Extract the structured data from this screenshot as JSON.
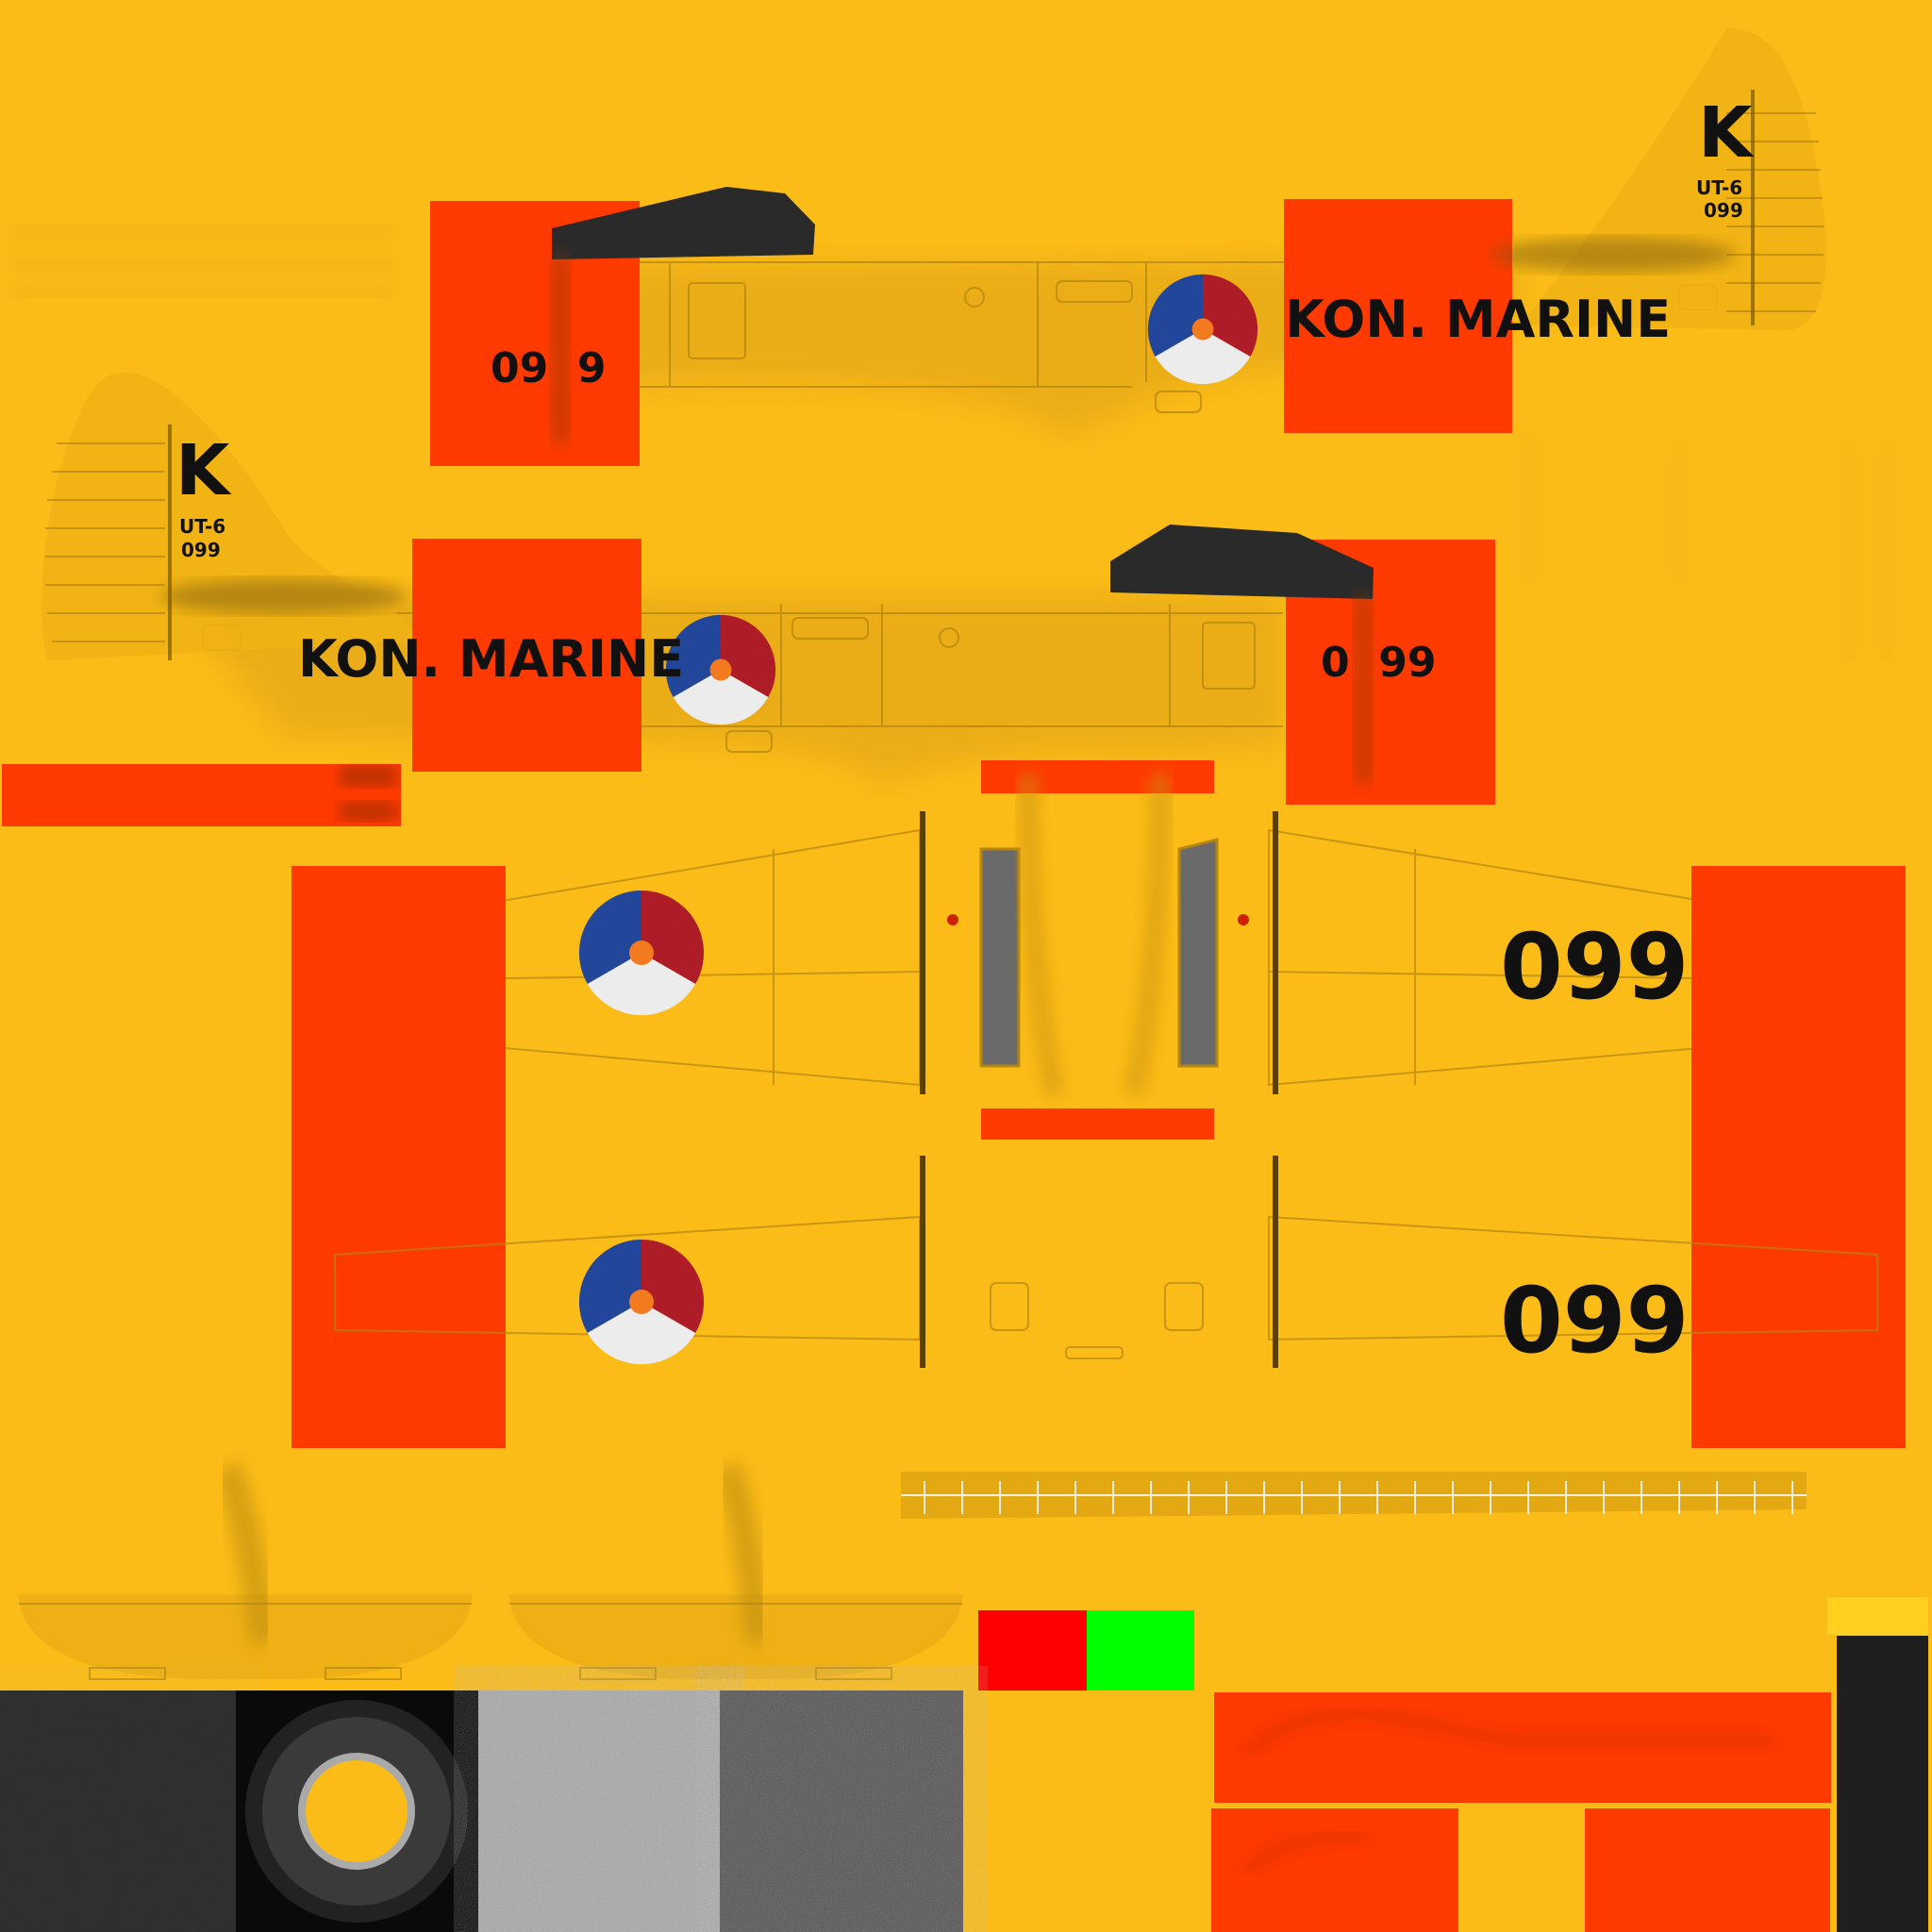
{
  "texture": {
    "colors": {
      "base_yellow": "#FBBC18",
      "orange_band": "#FF3A00",
      "canopy_black": "#2a2a2a",
      "roundel_blue": "#21469A",
      "roundel_red": "#AE1C28",
      "roundel_white": "#ECECEC",
      "roundel_center": "#F47A1F",
      "stencil_black": "#111111",
      "swatch_red": "#FF0000",
      "swatch_green": "#00FF00",
      "panel_lines": "#b58610",
      "cockpit_grey": "#6a6a6a"
    },
    "fuselage_right": {
      "tail_letter": "K",
      "tail_type": "UT-6",
      "tail_serial": "099",
      "service_text": "KON. MARINE",
      "band_serial": "09  9"
    },
    "fuselage_left": {
      "tail_letter": "K",
      "tail_type": "UT-6",
      "tail_serial": "099",
      "service_text": "KON. MARINE",
      "band_serial": "0  99"
    },
    "wing_upper": {
      "serial": "099"
    },
    "wing_lower": {
      "serial": "099"
    },
    "roundel": {
      "style": "Netherlands tricolour roundel (blue, red, white) with orange center dot"
    }
  }
}
